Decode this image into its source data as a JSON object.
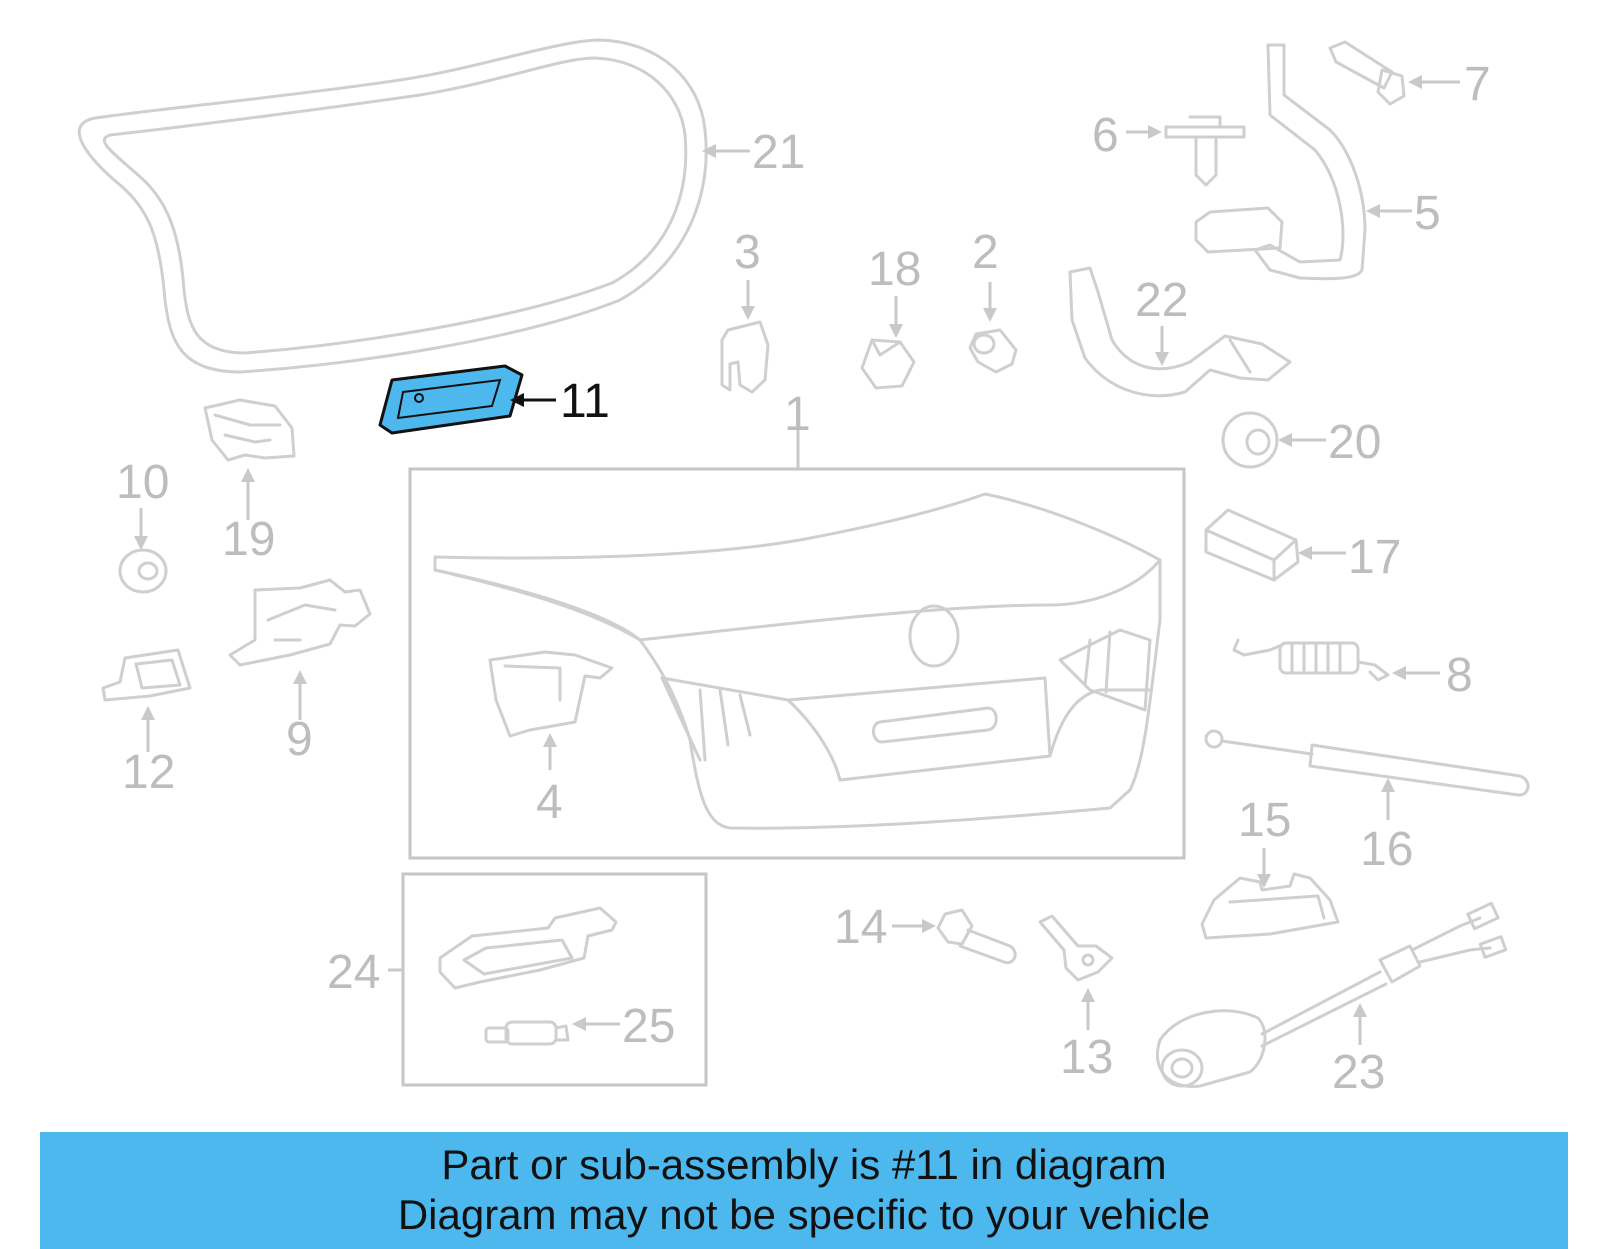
{
  "callouts": {
    "c1": "1",
    "c2": "2",
    "c3": "3",
    "c4": "4",
    "c5": "5",
    "c6": "6",
    "c7": "7",
    "c8": "8",
    "c9": "9",
    "c10": "10",
    "c11": "11",
    "c12": "12",
    "c13": "13",
    "c14": "14",
    "c15": "15",
    "c16": "16",
    "c17": "17",
    "c18": "18",
    "c19": "19",
    "c20": "20",
    "c21": "21",
    "c22": "22",
    "c23": "23",
    "c24": "24",
    "c25": "25"
  },
  "highlighted_part": "11",
  "colors": {
    "highlight": "#4db8ee",
    "line_art": "#cfcfcf",
    "active": "#111111"
  },
  "banner": {
    "line1": "Part or sub-assembly is #11 in diagram",
    "line2": "Diagram may not be specific to your vehicle"
  }
}
